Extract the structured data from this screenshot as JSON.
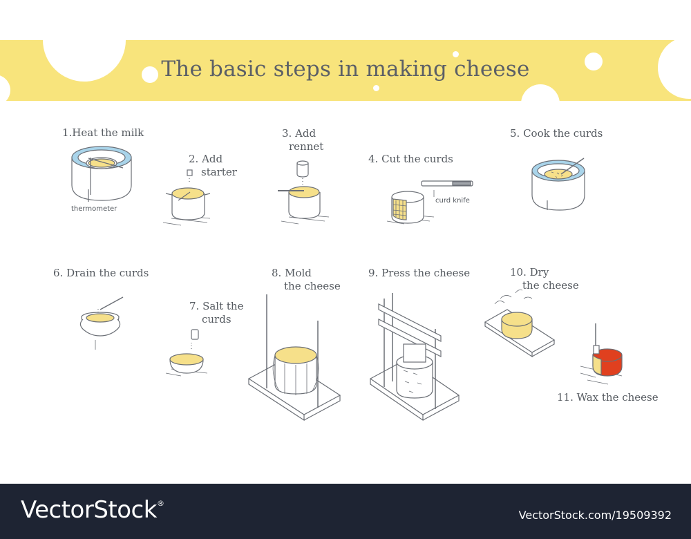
{
  "title": "The basic steps in making cheese",
  "colors": {
    "banner": "#f8e47c",
    "cheese": "#f6e08a",
    "water": "#a9d4ea",
    "wax": "#e0401f",
    "line": "#6b6f76",
    "footer": "#1e2433"
  },
  "steps": [
    {
      "label": "1.Heat the milk",
      "icon": "heated-pot-in-water-icon"
    },
    {
      "label": "2. Add\nstarter",
      "icon": "pot-with-starter-icon"
    },
    {
      "label": "3. Add\nrennet",
      "icon": "pot-with-rennet-icon"
    },
    {
      "label": "4. Cut the curds",
      "icon": "cut-curds-pot-icon"
    },
    {
      "label": "5. Cook the curds",
      "icon": "cook-curds-bowl-icon"
    },
    {
      "label": "6. Drain the curds",
      "icon": "drain-cloth-icon"
    },
    {
      "label": "7. Salt the\ncurds",
      "icon": "salt-bowl-icon"
    },
    {
      "label": "8. Mold\nthe cheese",
      "icon": "cheese-mold-icon"
    },
    {
      "label": "9. Press the cheese",
      "icon": "cheese-press-icon"
    },
    {
      "label": "10. Dry\nthe cheese",
      "icon": "drying-cheese-icon"
    },
    {
      "label": "11. Wax the cheese",
      "icon": "waxing-cheese-icon"
    }
  ],
  "annotations": {
    "thermometer": "thermometer",
    "curd_knife": "curd knife"
  },
  "footer": {
    "brand": "VectorStock",
    "registered": "®",
    "credit": "VectorStock.com/19509392"
  }
}
